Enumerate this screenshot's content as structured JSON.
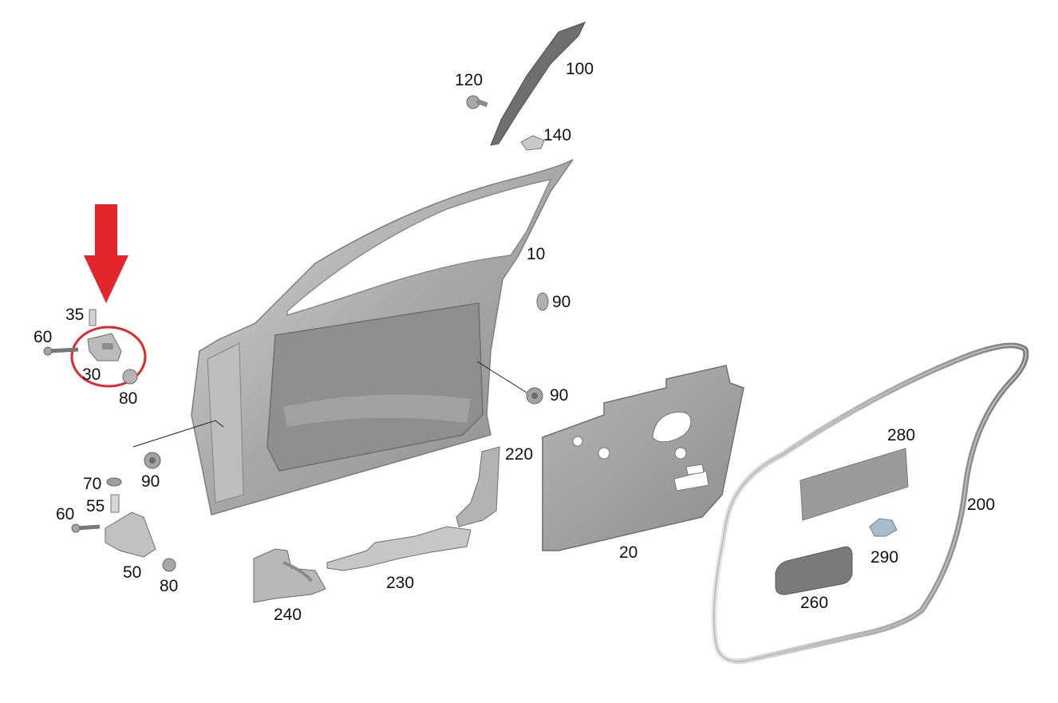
{
  "diagram": {
    "highlight_color": "#e3262b",
    "part_color": "#9a9a9a",
    "labels": {
      "p10": "10",
      "p20": "20",
      "p30": "30",
      "p35": "35",
      "p50": "50",
      "p55": "55",
      "p60_top": "60",
      "p60_bottom": "60",
      "p70": "70",
      "p80_top": "80",
      "p80_bottom": "80",
      "p90_top": "90",
      "p90_mid": "90",
      "p90_left": "90",
      "p100": "100",
      "p120": "120",
      "p140": "140",
      "p200": "200",
      "p220": "220",
      "p230": "230",
      "p240": "240",
      "p260": "260",
      "p280": "280",
      "p290": "290"
    }
  }
}
